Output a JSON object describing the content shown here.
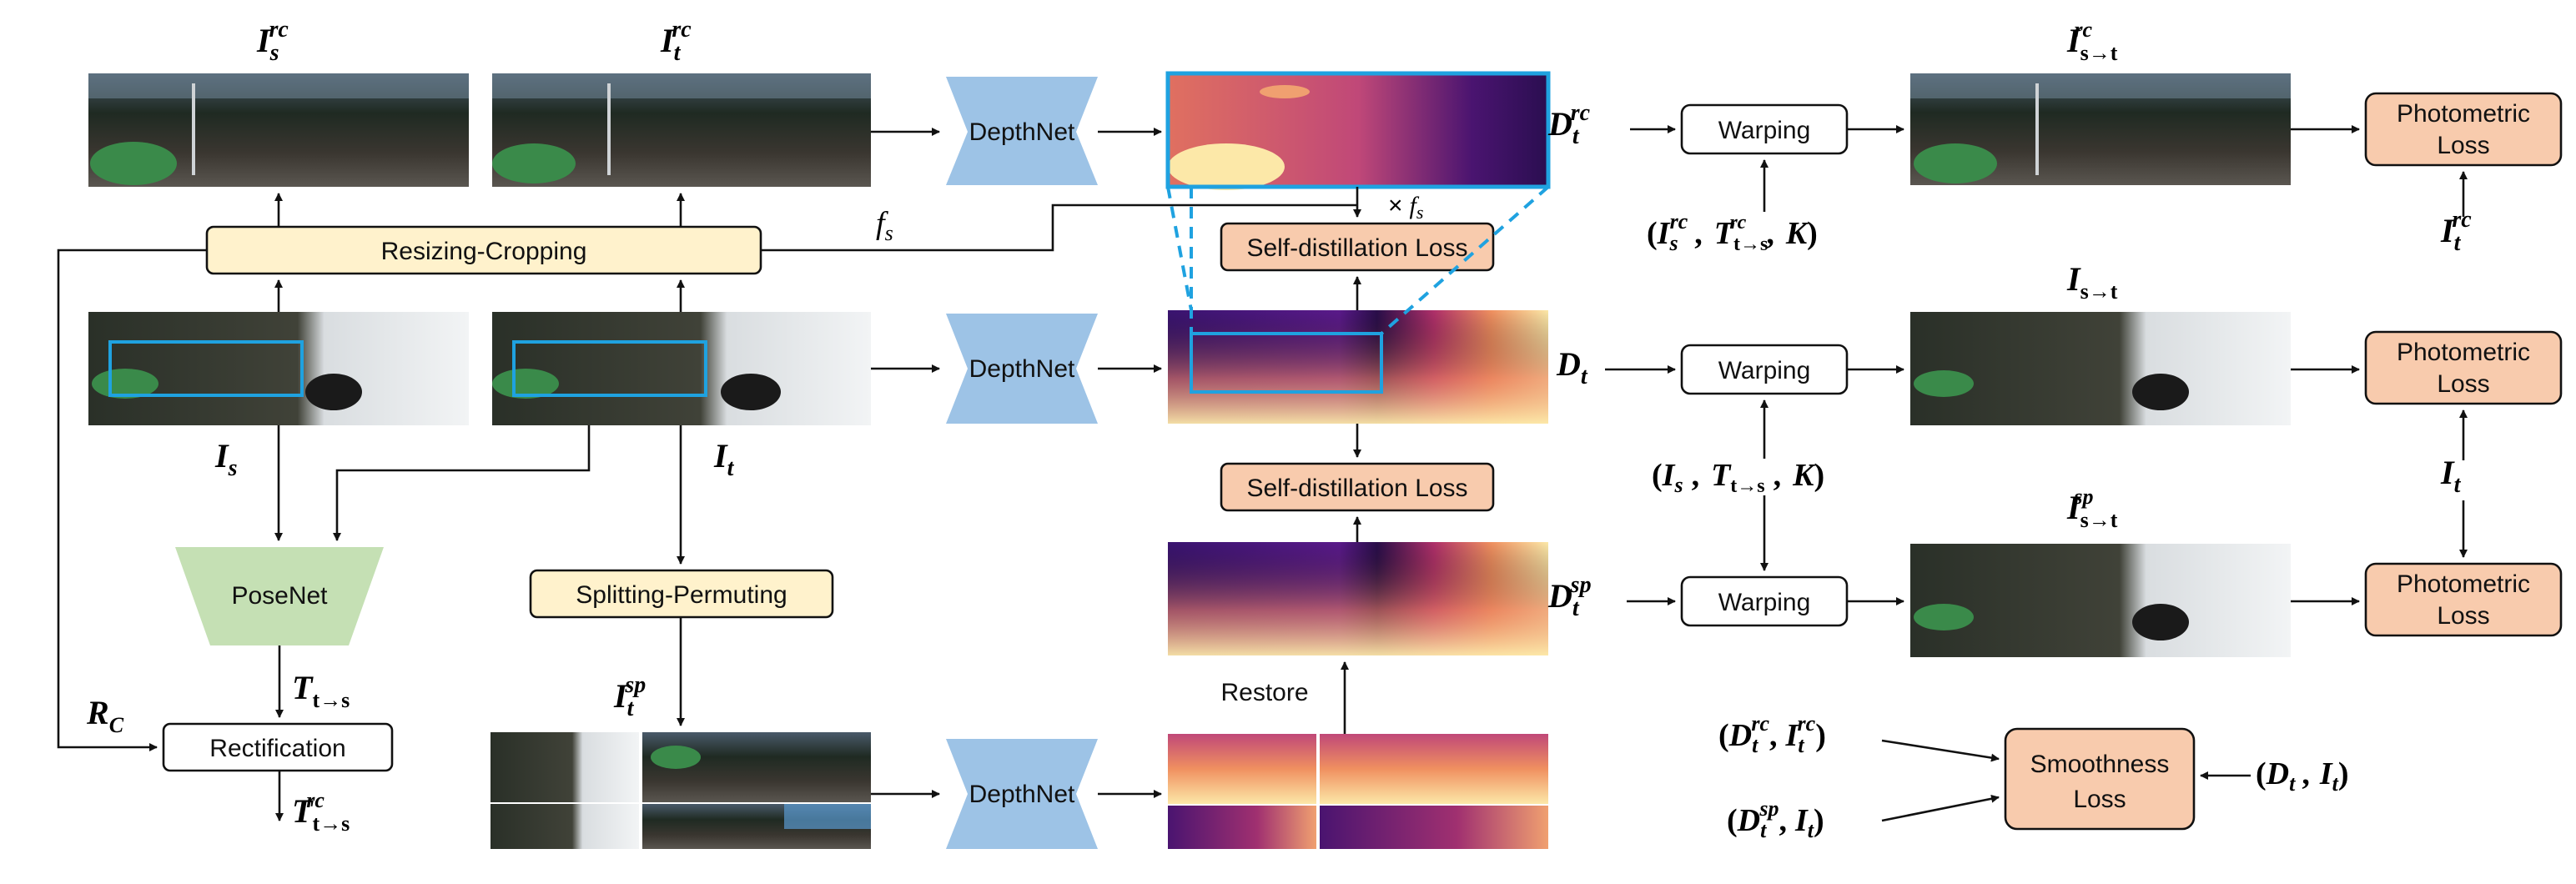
{
  "colors": {
    "depthnet": "#9dc3e6",
    "posenet": "#c5e0b4",
    "resize_box": "#fff2cc",
    "loss_box": "#f8cbad",
    "zoom_frame": "#1fa2e0"
  },
  "blocks": {
    "depthnet": "DepthNet",
    "posenet": "PoseNet",
    "resizing_cropping": "Resizing-Cropping",
    "splitting_permuting": "Splitting-Permuting",
    "rectification": "Rectification",
    "warping": "Warping",
    "self_distillation_loss": "Self-distillation Loss",
    "photometric_loss_line1": "Photometric",
    "photometric_loss_line2": "Loss",
    "smoothness_loss_line1": "Smoothness",
    "smoothness_loss_line2": "Loss",
    "restore": "Restore"
  },
  "symbols": {
    "I": "I",
    "D": "D",
    "T": "T",
    "K": "K",
    "R": "R",
    "f": "f",
    "sub_s": "s",
    "sub_t": "t",
    "sub_C": "C",
    "sub_t_to_s": "t→s",
    "sub_s_to_t": "s→t",
    "sup_rc": "rc",
    "sup_sp": "sp",
    "times": "×",
    "open_paren": "(",
    "close_paren": ")",
    "comma": ","
  }
}
